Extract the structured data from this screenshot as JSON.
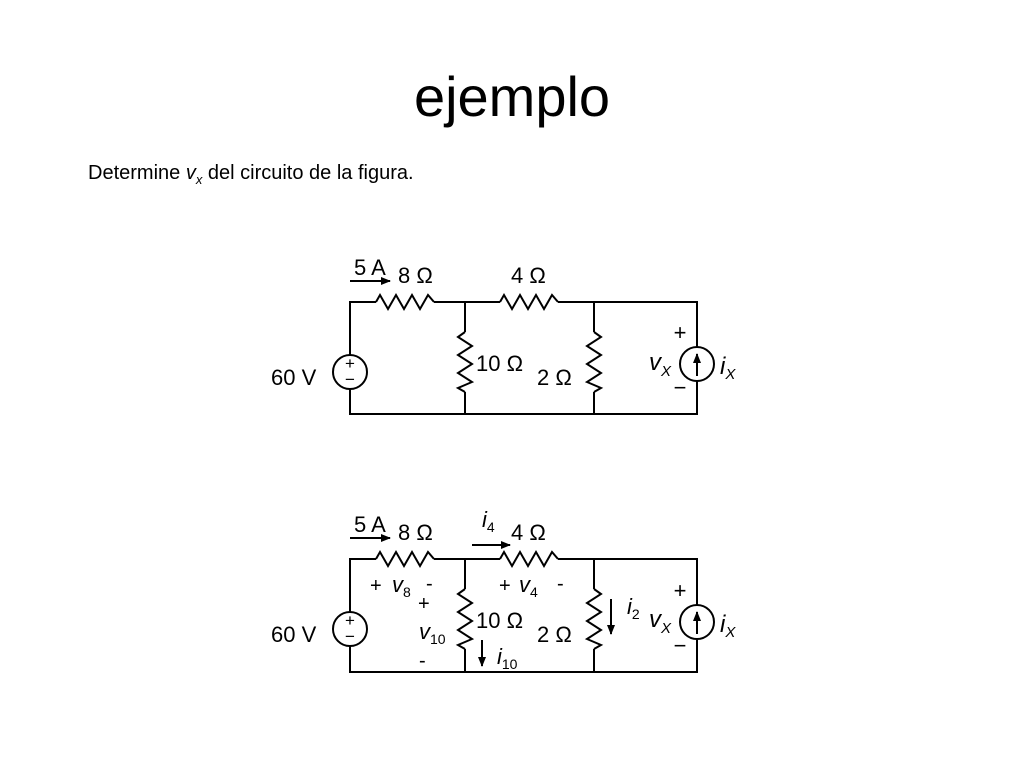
{
  "slide": {
    "title": "ejemplo",
    "problem": {
      "before": "Determine",
      "var_main": "v",
      "var_sub": "x",
      "after": "del circuito de la figura."
    }
  },
  "circuit_top": {
    "source_current": "5 A",
    "r8": "8 Ω",
    "r4": "4 Ω",
    "r10": "10 Ω",
    "r2": "2 Ω",
    "v_source": "60 V",
    "src_plus": "+",
    "src_minus": "−",
    "vx_main": "v",
    "vx_sub": "X",
    "vx_plus": "+",
    "vx_minus": "−",
    "ix_main": "i",
    "ix_sub": "X"
  },
  "circuit_bottom": {
    "source_current": "5 A",
    "r8": "8 Ω",
    "r4": "4 Ω",
    "r10": "10 Ω",
    "r2": "2 Ω",
    "v_source": "60 V",
    "src_plus": "+",
    "src_minus": "−",
    "i4_main": "i",
    "i4_sub": "4",
    "v8_plus": "+",
    "v8_main": "v",
    "v8_sub": "8",
    "v8_minus": "-",
    "v4_plus": "+",
    "v4_main": "v",
    "v4_sub": "4",
    "v4_minus": "-",
    "v10_plus": "+",
    "v10_main": "v",
    "v10_sub": "10",
    "v10_minus": "-",
    "i10_main": "i",
    "i10_sub": "10",
    "i2_main": "i",
    "i2_sub": "2",
    "vx_main": "v",
    "vx_sub": "X",
    "vx_plus": "+",
    "vx_minus": "−",
    "ix_main": "i",
    "ix_sub": "X"
  }
}
